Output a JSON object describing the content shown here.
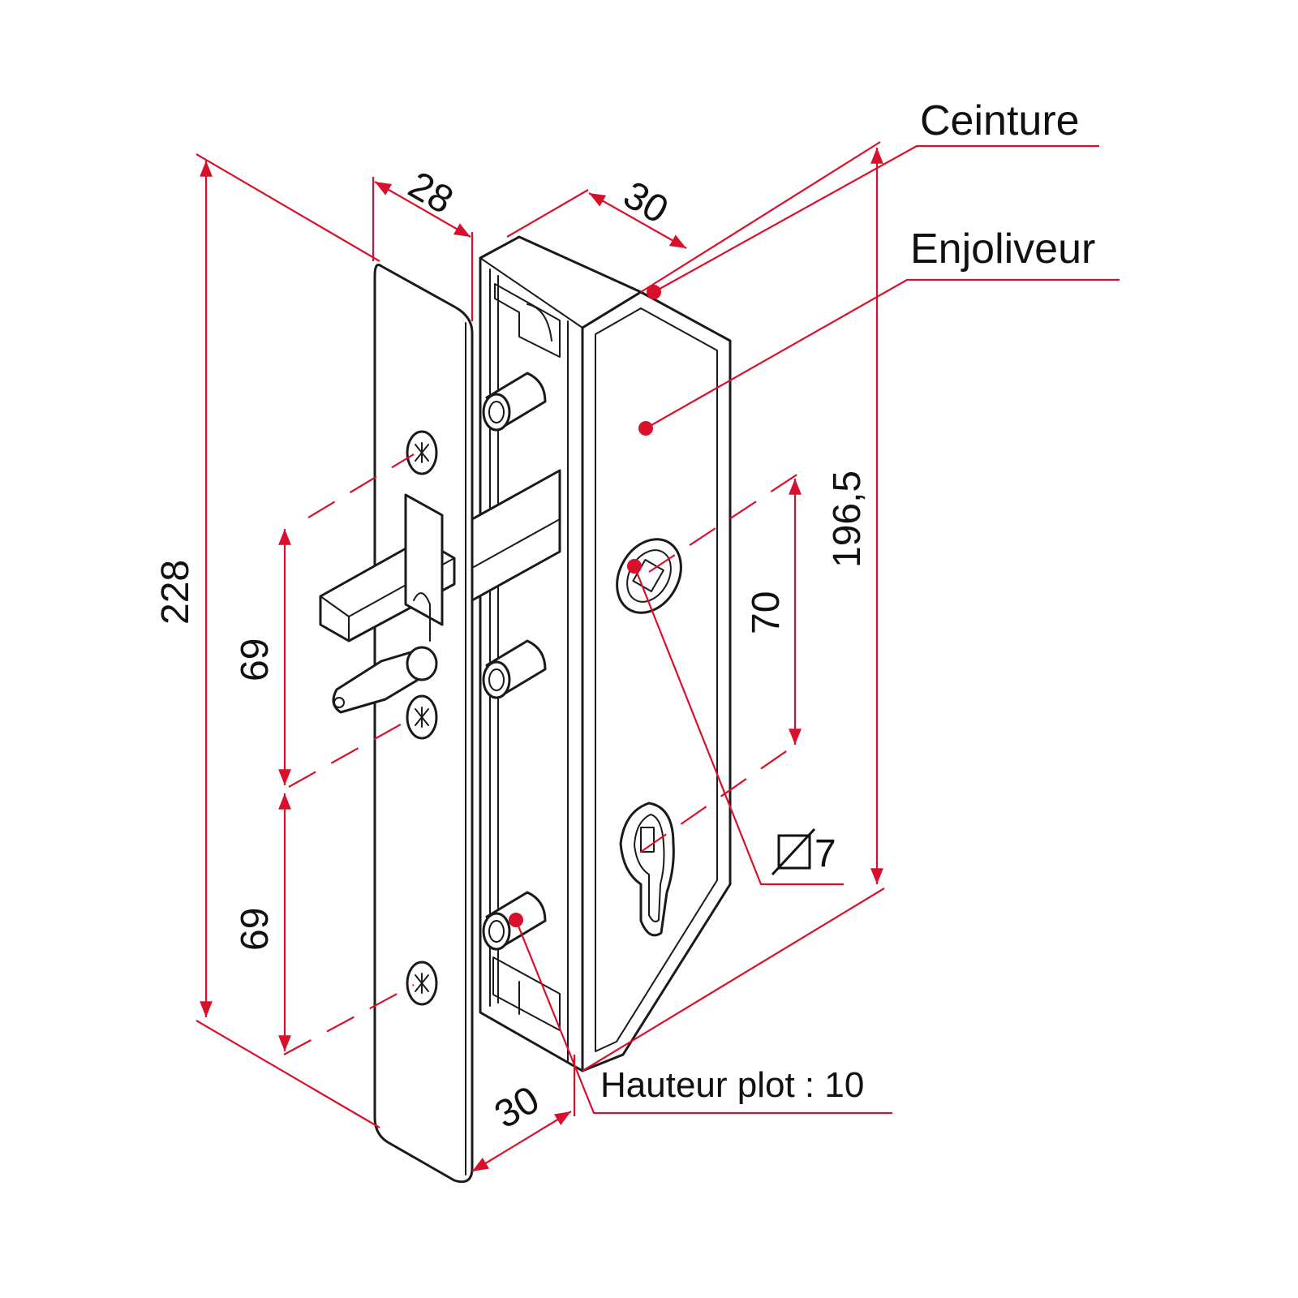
{
  "labels": {
    "ceinture": "Ceinture",
    "enjoliveur": "Enjoliveur",
    "hauteur_plot": "Hauteur plot : 10",
    "diameter": "7"
  },
  "dimensions": {
    "height_total": "228",
    "height_ceinture": "196,5",
    "width_plate": "28",
    "depth_top": "30",
    "depth_bottom": "30",
    "spacing_upper": "69",
    "spacing_lower": "69",
    "spindle_to_cylinder": "70"
  },
  "colors": {
    "dimension": "#d8102c",
    "outline": "#1a1a1a"
  }
}
